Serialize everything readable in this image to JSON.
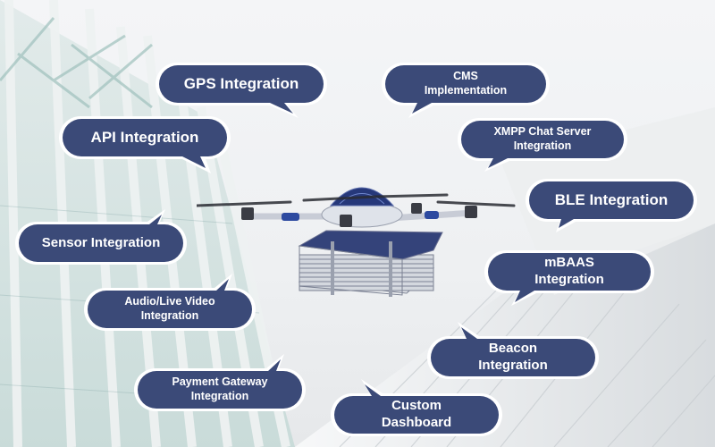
{
  "colors": {
    "bubble_fill": "#3b4a78",
    "bubble_outline": "#ffffff",
    "bubble_shadow": "#2a3558",
    "text": "#ffffff",
    "background": "#f2f3f5",
    "glass_tint": "#b9d6d2"
  },
  "illustration": {
    "subject": "quadcopter-drone-carrying-package",
    "background": "modern-glass-and-white-fin-architecture"
  },
  "bubbles": [
    {
      "id": "gps",
      "label": "GPS Integration"
    },
    {
      "id": "cms",
      "label": "CMS Implementation",
      "line1": "CMS",
      "line2": "Implementation"
    },
    {
      "id": "api",
      "label": "API Integration"
    },
    {
      "id": "xmpp",
      "label": "XMPP Chat Server Integration",
      "line1": "XMPP Chat Server",
      "line2": "Integration"
    },
    {
      "id": "ble",
      "label": "BLE Integration"
    },
    {
      "id": "sensor",
      "label": "Sensor Integration"
    },
    {
      "id": "mbaas",
      "label": "mBAAS Integration",
      "line1": "mBAAS",
      "line2": "Integration"
    },
    {
      "id": "audio",
      "label": "Audio/Live Video Integration",
      "line1": "Audio/Live Video",
      "line2": "Integration"
    },
    {
      "id": "beacon",
      "label": "Beacon Integration",
      "line1": "Beacon",
      "line2": "Integration"
    },
    {
      "id": "payment",
      "label": "Payment Gateway Integration",
      "line1": "Payment Gateway",
      "line2": "Integration"
    },
    {
      "id": "dashboard",
      "label": "Custom Dashboard",
      "line1": "Custom",
      "line2": "Dashboard"
    }
  ]
}
